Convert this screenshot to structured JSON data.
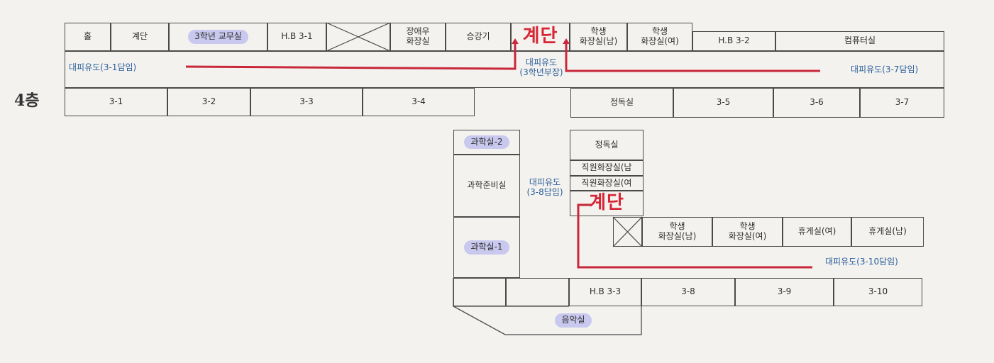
{
  "floor_label": "4층",
  "colors": {
    "line": "#4a4a4a",
    "route": "#c8283a",
    "label_blue": "#2b5f9a",
    "highlight": "#c9c8ee",
    "stairs_red": "#d62636"
  },
  "top_row": [
    "홀",
    "계단",
    "3학년 교무실",
    "H.B 3-1",
    "",
    "장애우\n화장실",
    "승강기",
    "계단",
    "학생\n화장실(남)",
    "학생\n화장실(여)",
    "H.B 3-2",
    "컴퓨터실"
  ],
  "top_highlight_index": 2,
  "top_x_box_index": 4,
  "top_stairs_index": 7,
  "corridor_labels": {
    "left": "대피유도(3-1담임)",
    "center": "대피유도\n(3학년부장)",
    "right": "대피유도(3-7담임)",
    "wing": "대피유도\n(3-8담임)",
    "lower": "대피유도(3-10담임)"
  },
  "classrooms_left": [
    "3-1",
    "3-2",
    "3-3",
    "3-4"
  ],
  "classrooms_right": [
    "정독실",
    "3-5",
    "3-6",
    "3-7"
  ],
  "wing_left": [
    "과학실-2",
    "과학준비실",
    "과학실-1"
  ],
  "wing_left_highlight": [
    "과학실-2",
    "과학실-1"
  ],
  "wing_mid": [
    "정독실",
    "직원화장실(남",
    "직원화장실(여",
    "계단"
  ],
  "row_lower_mid": [
    "",
    "학생\n화장실(남)",
    "학생\n화장실(여)",
    "휴게실(여)",
    "휴게실(남)"
  ],
  "row_bottom": [
    "H.B 3-3",
    "3-8",
    "3-9",
    "3-10"
  ],
  "music_room": "음악실"
}
